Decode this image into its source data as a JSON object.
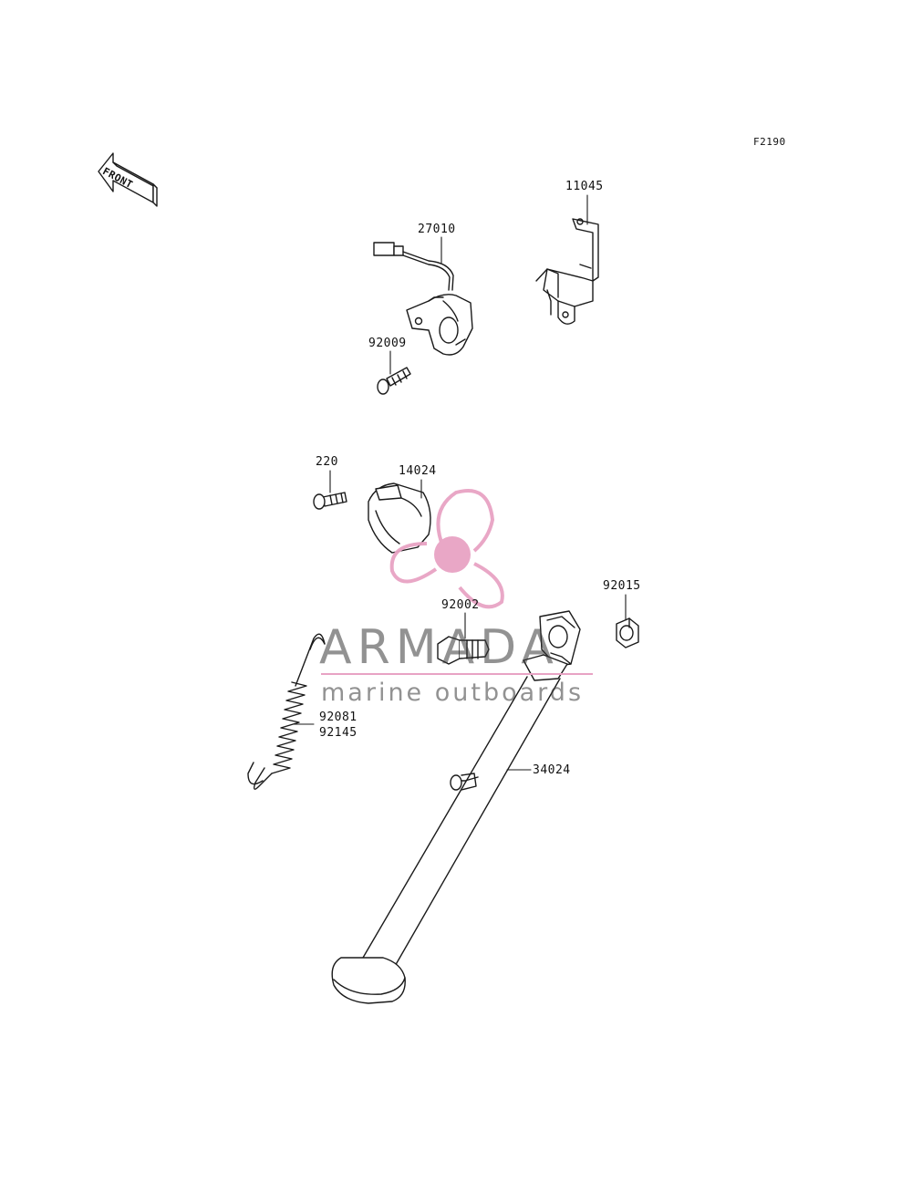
{
  "figure_code": "F2190",
  "front_marker": "FRONT",
  "watermark": {
    "brand": "ARMADA",
    "tagline": "marine outboards",
    "accent_color": "#e8a3c4"
  },
  "parts": [
    {
      "id": "bracket",
      "number": "11045"
    },
    {
      "id": "side-stand-switch",
      "number": "27010"
    },
    {
      "id": "switch-screw",
      "number": "92009"
    },
    {
      "id": "small-screw",
      "number": "220"
    },
    {
      "id": "cover",
      "number": "14024"
    },
    {
      "id": "nut",
      "number": "92015"
    },
    {
      "id": "pivot-bolt",
      "number": "92002"
    },
    {
      "id": "spring-a",
      "number": "92081"
    },
    {
      "id": "spring-b",
      "number": "92145"
    },
    {
      "id": "side-stand",
      "number": "34024"
    }
  ]
}
